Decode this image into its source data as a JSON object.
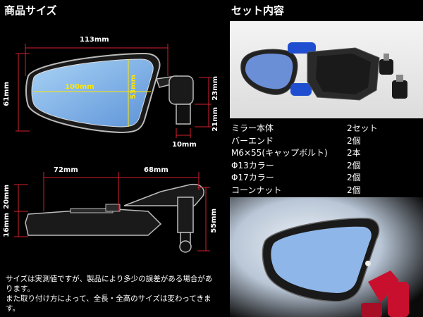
{
  "left": {
    "title": "商品サイズ",
    "dims": {
      "total_width": "113mm",
      "mirror_width": "100mm",
      "mirror_height_inner": "53mm",
      "height_total": "61mm",
      "arm_23": "23mm",
      "arm_21": "21mm",
      "arm_10": "10mm",
      "side_72": "72mm",
      "side_68": "68mm",
      "side_20": "20mm",
      "side_16": "16mm",
      "side_55": "55mm"
    },
    "note": "サイズは実測値ですが、製品により多少の誤差がある場合があります。\nまた取り付け方によって、全長・全高のサイズは変わってきます。"
  },
  "right": {
    "title": "セット内容",
    "items": [
      {
        "name": "ミラー本体",
        "qty": "2セット"
      },
      {
        "name": "バーエンド",
        "qty": "2個"
      },
      {
        "name": "M6×55(キャップボルト)",
        "qty": "2本"
      },
      {
        "name": "Φ13カラー",
        "qty": "2個"
      },
      {
        "name": "Φ17カラー",
        "qty": "2個"
      },
      {
        "name": "コーンナット",
        "qty": "2個"
      }
    ]
  },
  "colors": {
    "background": "#000000",
    "dimension_line": "#d42030",
    "mirror_glass": "#7fb3e8",
    "mirror_dim": "#ffe600",
    "blue_anodized": "#1f4fd0",
    "red_anodized": "#c8102e"
  }
}
